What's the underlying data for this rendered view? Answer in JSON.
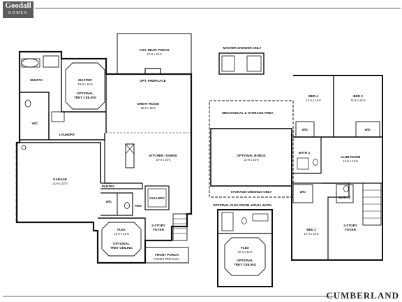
{
  "brand": {
    "name": "Goodall",
    "sub": "HOMES"
  },
  "plan_name": "CUMBERLAND",
  "first_floor": {
    "cov_rear_porch": {
      "name": "COV. REAR PORCH",
      "dims": "12-0 x 10-0"
    },
    "fireplace": "OPT. FIREPLACE",
    "master_bath": "M.BATH",
    "master": {
      "name": "MASTER",
      "dims": "15-0 x 15-0",
      "note1": "OPTIONAL",
      "note2": "TREY CEILING"
    },
    "wic_master": "W/C",
    "laundry": "LAUNDRY",
    "great_room": {
      "name": "GREAT ROOM",
      "dims": "19-8 x 15-0"
    },
    "kitchen": {
      "name": "KITCHEN / DINING",
      "dims": "24-4 x 15-4"
    },
    "garage": {
      "name": "GARAGE",
      "dims": "21-8 x 22-0"
    },
    "pantry": "PANTRY",
    "gallery": "GALLERY",
    "wc": "W/C",
    "pdr": "PDR",
    "flex": {
      "name": "FLEX",
      "dims": "12-4 x 12-6",
      "note1": "OPTIONAL",
      "note2": "TREY CEILING"
    },
    "two_story_foyer": {
      "line1": "2-STORY",
      "line2": "FOYER"
    },
    "front_porch": {
      "name": "FRONT PORCH",
      "note": "VARIES PER ELEV."
    }
  },
  "master_shower_only": "MASTER SHOWER ONLY",
  "second_floor": {
    "mechanical": "MECHANICAL & STORAGE AREA",
    "bed4": {
      "name": "BED 4",
      "dims": "12-4 x 12-0"
    },
    "bed3": {
      "name": "BED 3",
      "dims": "11-8 x 12-0"
    },
    "wic_bed4": "W/C",
    "wic_bed3": "W/C",
    "bath2": "BATH 2",
    "optional_bonus": {
      "name": "OPTIONAL BONUS",
      "dims": "21-8 x 15-0"
    },
    "club_room": {
      "name": "CLUB ROOM",
      "dims": "15-5 x 12-8"
    },
    "storage": "STORAGE w/BONUS ONLY",
    "wic_bed2": "W/C",
    "bath3": "BATH 3",
    "bed2": {
      "name": "BED 2",
      "dims": "12-4 x 13-0"
    },
    "two_story_foyer": {
      "line1": "2-STORY",
      "line2": "FOYER"
    }
  },
  "optional_flex_room": {
    "title": "OPTIONAL FLEX ROOM w/FULL BATH",
    "flex": {
      "name": "FLEX",
      "dims": "12-4 x 12-6",
      "note1": "OPTIONAL",
      "note2": "TREY CEILING"
    }
  }
}
